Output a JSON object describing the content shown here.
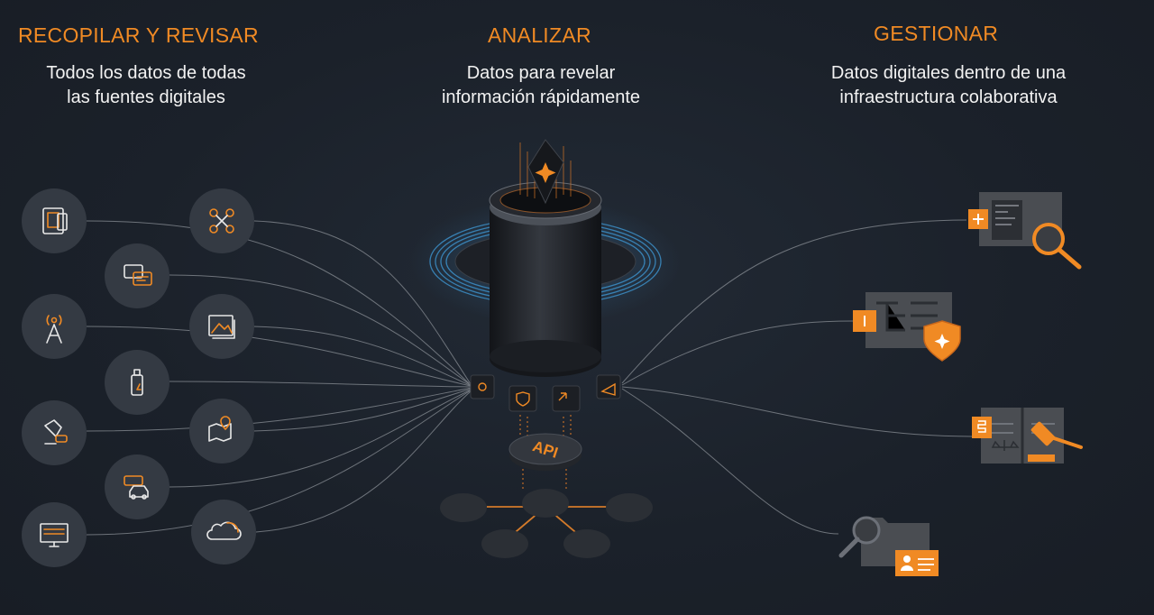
{
  "sections": {
    "collect": {
      "title": "RECOPILAR Y REVISAR",
      "subtitle_1": "Todos los datos de todas",
      "subtitle_2": "las fuentes digitales"
    },
    "analyze": {
      "title": "ANALIZAR",
      "subtitle_1": "Datos para revelar",
      "subtitle_2": "información rápidamente"
    },
    "manage": {
      "title": "GESTIONAR",
      "subtitle_1": "Datos digitales dentro de una",
      "subtitle_2": "infraestructura colaborativa"
    }
  },
  "hub": {
    "api_label": "API"
  },
  "source_icons": [
    "phone-tablet-icon",
    "drone-icon",
    "chat-icon",
    "cell-tower-icon",
    "photo-icon",
    "usb-drive-icon",
    "tool-icon",
    "map-pin-icon",
    "car-icon",
    "monitor-icon",
    "cloud-icon"
  ],
  "output_icons": [
    "case-search-icon",
    "shield-badge-icon",
    "law-gavel-icon",
    "id-card-folder-icon"
  ],
  "colors": {
    "accent": "#f08a24",
    "background": "#1b212a",
    "node": "#343a43",
    "line": "#8a8f96",
    "text": "#f2f2f2"
  }
}
